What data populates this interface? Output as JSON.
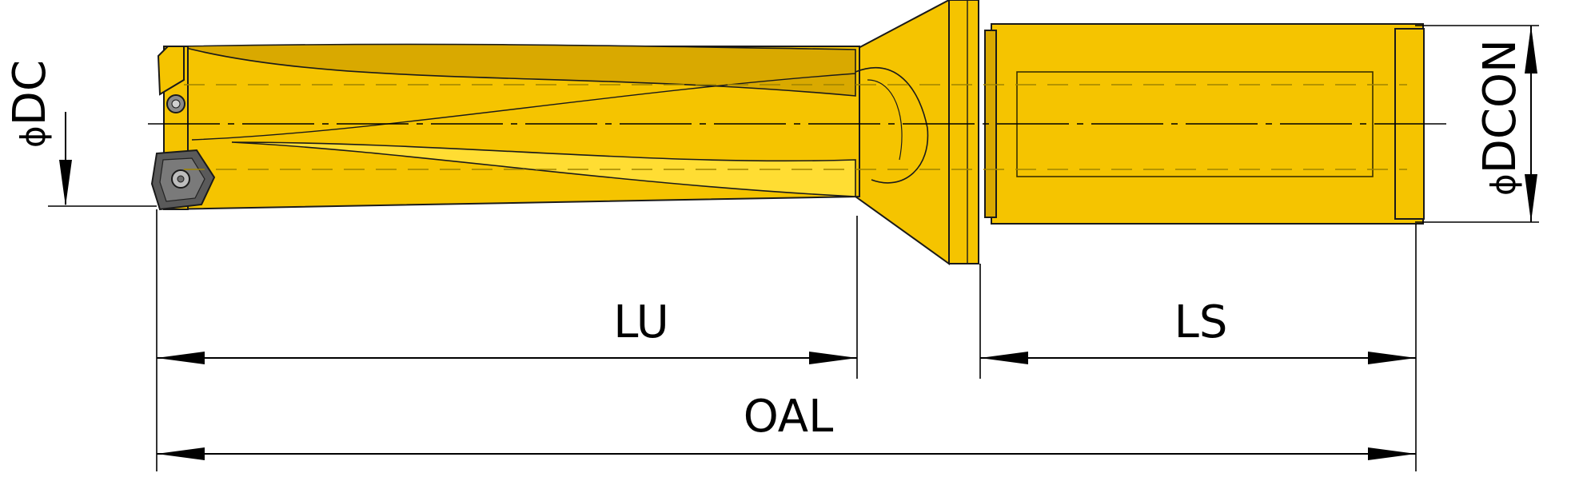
{
  "colors": {
    "tool_body": "#F5C400",
    "tool_shade": "#D9A900",
    "tool_highlight": "#FFDD33",
    "outline": "#1A1A1A",
    "insert": "#5A5A5A",
    "dimension": "#000000"
  },
  "labels": {
    "dc": "DC",
    "dcon": "DCON",
    "lu": "LU",
    "ls": "LS",
    "oal": "OAL",
    "diameter_symbol": "ϕ"
  }
}
